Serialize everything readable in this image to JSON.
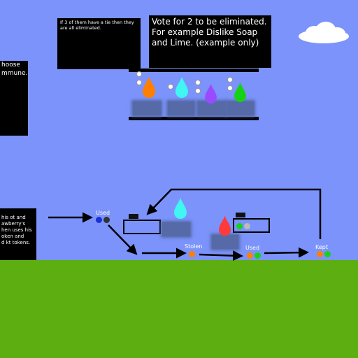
{
  "tie_note": "If 3 of them have a tie then they are all eliminated.",
  "vote_prompt": "Vote for 2 to be eliminated. For example Dislike Soap and Lime. (example only)",
  "left_fragment": [
    "hoose",
    "mmune."
  ],
  "left_fragment2": [
    "his ot and",
    "awberry's",
    "hen uses his",
    "oken and",
    "d kt tokens."
  ],
  "labels": {
    "used1": "Used",
    "stolen": "Stolen",
    "used2": "Used",
    "kept": "Kept"
  },
  "contestants": [
    {
      "color": "#ff7f00",
      "role": "Orange"
    },
    {
      "color": "#40f5f2",
      "role": "Soap"
    },
    {
      "color": "#9b4bff",
      "role": "Grape"
    },
    {
      "color": "#17d117",
      "role": "Lime"
    }
  ],
  "colors": {
    "sky": "#7b93fb",
    "ground": "#5dae10",
    "orange": "#ff7f00",
    "green": "#17d117",
    "red": "#ff3a3a",
    "cyan": "#40f5f2"
  }
}
